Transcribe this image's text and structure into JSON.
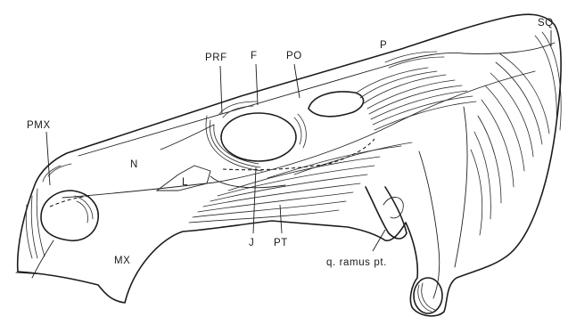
{
  "figure": {
    "labels": {
      "sq": "SQ",
      "prf": "PRF",
      "f": "F",
      "po": "PO",
      "p": "P",
      "pmx": "PMX",
      "n": "N",
      "l": "L",
      "mx": "MX",
      "j": "J",
      "pt": "PT",
      "q_ramus": "q. ramus pt."
    }
  }
}
